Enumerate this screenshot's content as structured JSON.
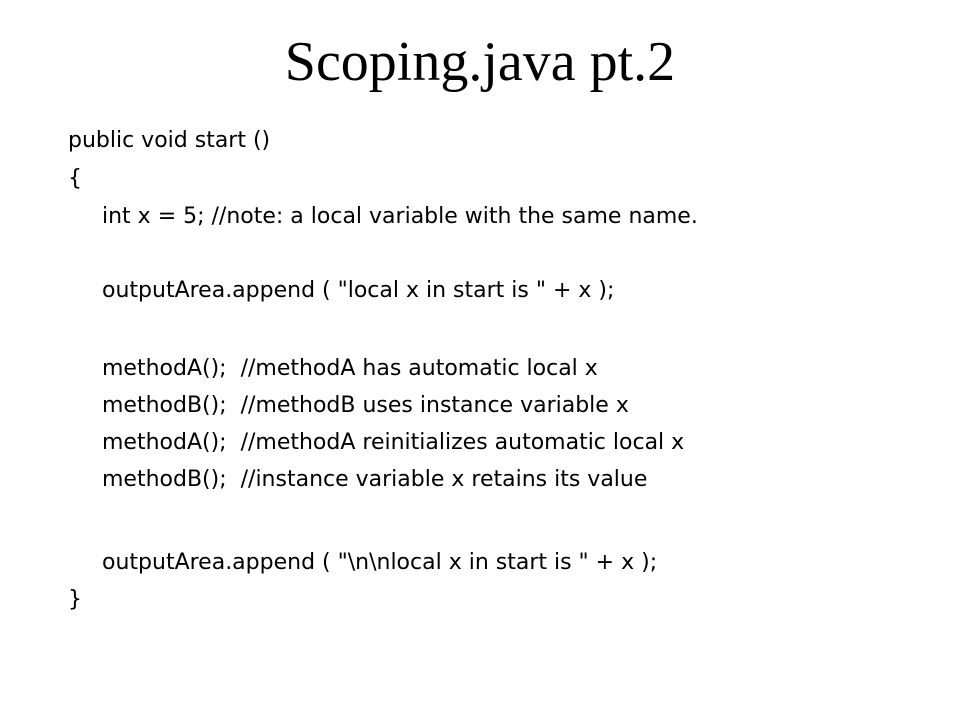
{
  "slide": {
    "title": "Scoping.java pt.2",
    "lines": [
      {
        "text": "public void start ()",
        "indent": false
      },
      {
        "text": "{",
        "indent": false
      },
      {
        "text": "int x = 5; //note: a local variable with the same name.",
        "indent": true
      },
      {
        "text": "outputArea.append ( \"local x in start is \" + x );",
        "indent": true
      },
      {
        "text": "methodA();  //methodA has automatic local x",
        "indent": true
      },
      {
        "text": "methodB();  //methodB uses instance variable x",
        "indent": true
      },
      {
        "text": "methodA();  //methodA reinitializes automatic local x",
        "indent": true
      },
      {
        "text": "methodB();  //instance variable x retains its value",
        "indent": true
      },
      {
        "text": "outputArea.append ( \"\\n\\nlocal x in start is \" + x );",
        "indent": true
      },
      {
        "text": "}",
        "indent": false
      }
    ]
  }
}
